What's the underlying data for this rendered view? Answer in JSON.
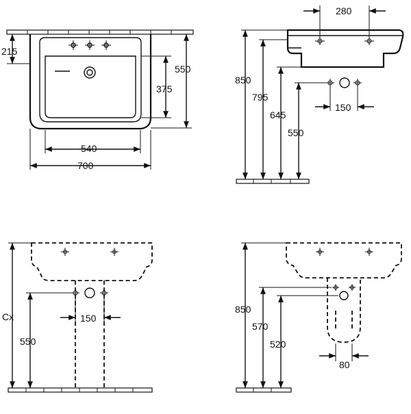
{
  "top_view": {
    "dim_left_top": "215",
    "dim_right_height": "550",
    "dim_bowl_height": "375",
    "dim_inner_width": "540",
    "dim_total_width": "700"
  },
  "side_view": {
    "dim_depth": "280",
    "dim_rim_height": "850",
    "dim_bowl_bottom": "795",
    "dim_pedestal_top": "645",
    "dim_supply_height": "550",
    "dim_supply_spacing": "150"
  },
  "front_pedestal_view": {
    "dim_overall": "Cx",
    "dim_supply_height": "550",
    "dim_supply_spacing": "150"
  },
  "side_semipedestal_view": {
    "dim_rim_height": "850",
    "dim_semipedestal_top": "570",
    "dim_drain_height": "520",
    "dim_drain_spacing": "80"
  }
}
